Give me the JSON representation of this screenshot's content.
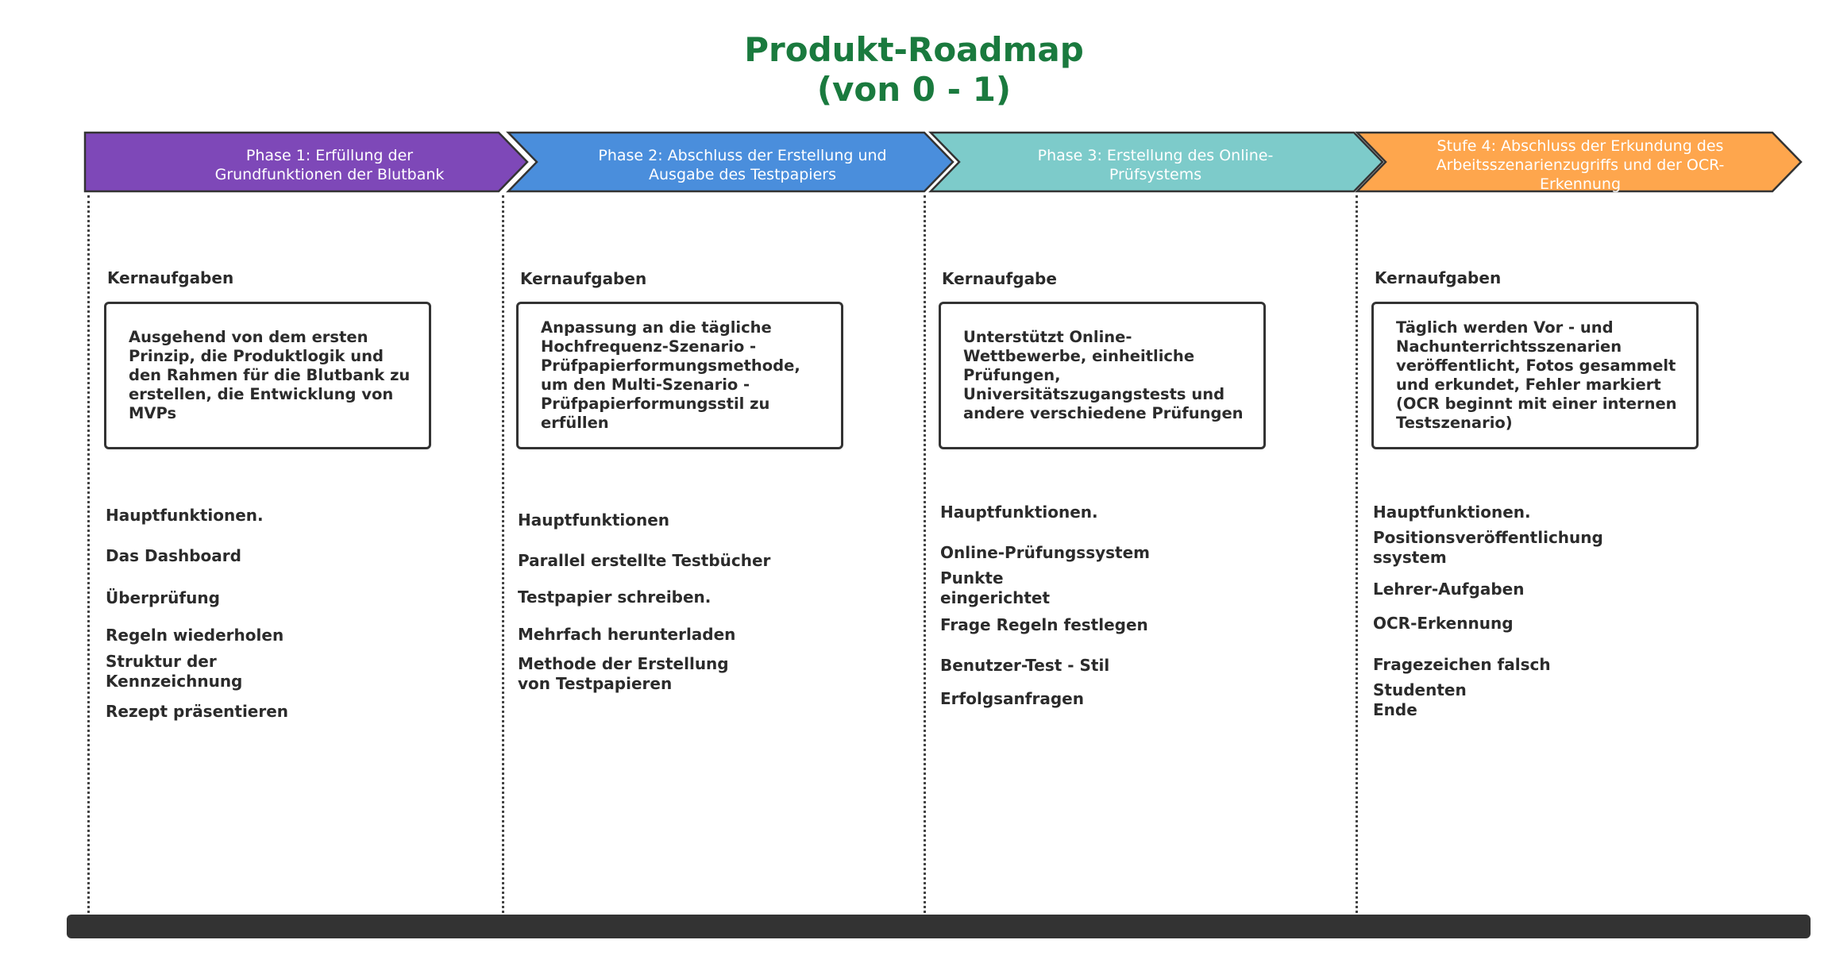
{
  "title": {
    "line1": "Produkt-Roadmap",
    "line2": "(von 0 - 1)"
  },
  "colors": {
    "title": "#1a7a3e",
    "phase1": "#7e48b8",
    "phase2": "#4a8edc",
    "phase3": "#7dcbca",
    "phase4": "#fea64d",
    "bar": "#333333"
  },
  "phases": [
    {
      "label": "Phase 1: Erfüllung der Grundfunktionen der Blutbank",
      "tasks_title": "Kernaufgaben",
      "tasks": "Ausgehend von dem ersten Prinzip, die Produktlogik und den Rahmen für die Blutbank zu erstellen, die Entwicklung von MVPs",
      "features": [
        "Hauptfunktionen.",
        "Das Dashboard",
        "Überprüfung",
        "Regeln wiederholen",
        "Struktur der Kennzeichnung",
        "Rezept präsentieren"
      ]
    },
    {
      "label": "Phase 2: Abschluss der Erstellung und Ausgabe des Testpapiers",
      "tasks_title": "Kernaufgaben",
      "tasks": "Anpassung an die tägliche Hochfrequenz-Szenario - Prüfpapierformungsmethode, um den Multi-Szenario - Prüfpapierformungsstil zu erfüllen",
      "features": [
        "Hauptfunktionen",
        "Parallel erstellte Testbücher",
        "Testpapier schreiben.",
        "Mehrfach herunterladen",
        "Methode der Erstellung von Testpapieren"
      ]
    },
    {
      "label": "Phase 3: Erstellung des Online-Prüfsystems",
      "tasks_title": "Kernaufgabe",
      "tasks": "Unterstützt Online-Wettbewerbe, einheitliche Prüfungen, Universitätszugangstests und andere verschiedene Prüfungen",
      "features": [
        "Hauptfunktionen.",
        "Online-Prüfungssystem",
        "Punkte eingerichtet",
        "Frage Regeln festlegen",
        "Benutzer-Test - Stil",
        "Erfolgsanfragen"
      ]
    },
    {
      "label": "Stufe 4: Abschluss der Erkundung des Arbeitsszenarienzugriffs und der OCR-Erkennung",
      "tasks_title": "Kernaufgaben",
      "tasks": "Täglich werden Vor - und Nachunterrichtsszenarien veröffentlicht, Fotos gesammelt und erkundet, Fehler markiert (OCR beginnt mit einer internen Testszenario)",
      "features": [
        "Hauptfunktionen.",
        "Positionsveröffentlichung ssystem",
        "Lehrer-Aufgaben",
        "OCR-Erkennung",
        "Fragezeichen falsch",
        "Studenten Ende"
      ]
    }
  ]
}
